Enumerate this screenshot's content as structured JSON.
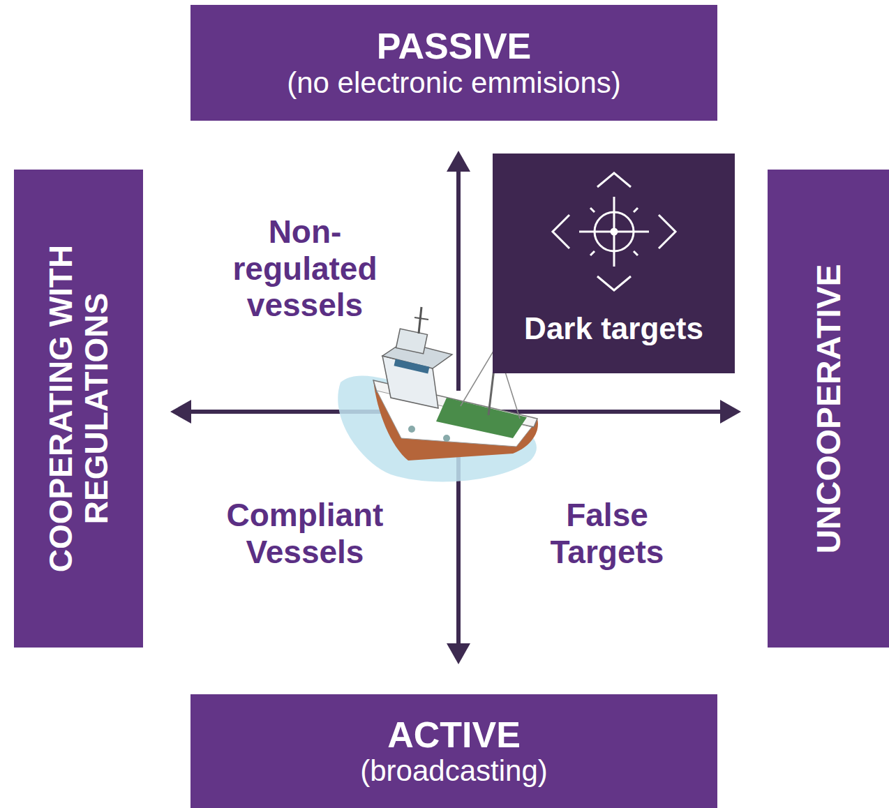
{
  "diagram": {
    "nodes": [
      {
        "text": [
          "PASSIVE",
          "(no electronic emmisions)"
        ]
      },
      {
        "text": [
          "COOPERATING WITH REGULATIONS"
        ]
      },
      {
        "text": [
          "Dark targets"
        ]
      },
      {
        "text": [
          "UNCOOPERATIVE"
        ]
      },
      {
        "text": [
          "ACTIVE",
          "(broadcasting)"
        ]
      }
    ],
    "labels": [
      "Non- regulated vessels",
      "Compliant Vessels",
      "False Targets"
    ]
  }
}
